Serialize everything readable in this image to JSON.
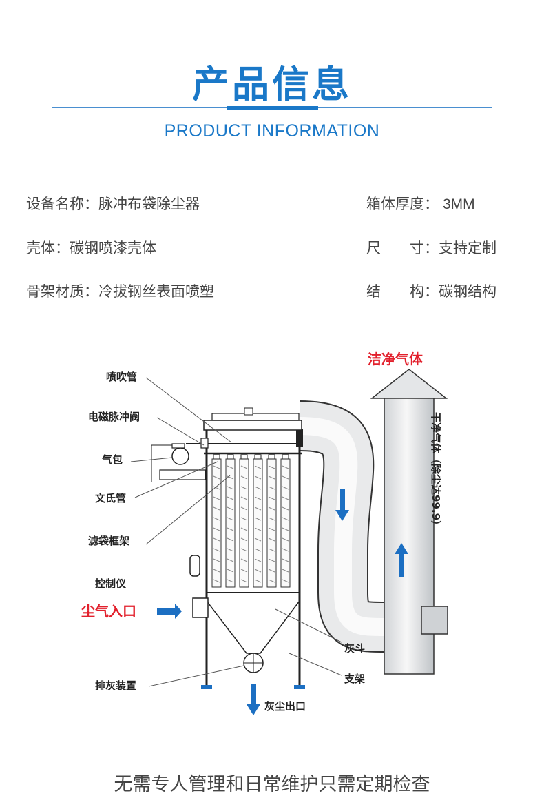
{
  "header": {
    "title": "产品信息",
    "subtitle": "PRODUCT INFORMATION"
  },
  "specs": {
    "left": [
      {
        "label": "设备名称：",
        "value": "脉冲布袋除尘器"
      },
      {
        "label": "壳体：",
        "value": "碳钢喷漆壳体"
      },
      {
        "label": "骨架材质：",
        "value": "冷拔钢丝表面喷塑"
      }
    ],
    "right": [
      {
        "label": "箱体厚度：",
        "value": "3MM"
      },
      {
        "label": "尺　　寸：",
        "value": "支持定制"
      },
      {
        "label": "结　　构：",
        "value": "碳钢结构"
      }
    ]
  },
  "diagram": {
    "labels": {
      "blow_pipe": "喷吹管",
      "solenoid_valve": "电磁脉冲阀",
      "air_bag": "气包",
      "venturi": "文氏管",
      "bag_frame": "滤袋框架",
      "controller": "控制仪",
      "dust_inlet": "尘气入口",
      "hopper": "灰斗",
      "support": "支架",
      "discharge": "排灰装置",
      "dust_outlet": "灰尘出口",
      "clean_gas": "洁净气体",
      "dry_gas": "干净气体（除尘达99.9）"
    },
    "colors": {
      "accent": "#1a78c8",
      "red": "#e2202c",
      "arrow_blue": "#1c6fc2"
    }
  },
  "footer": {
    "text": "无需专人管理和日常维护只需定期检查"
  }
}
